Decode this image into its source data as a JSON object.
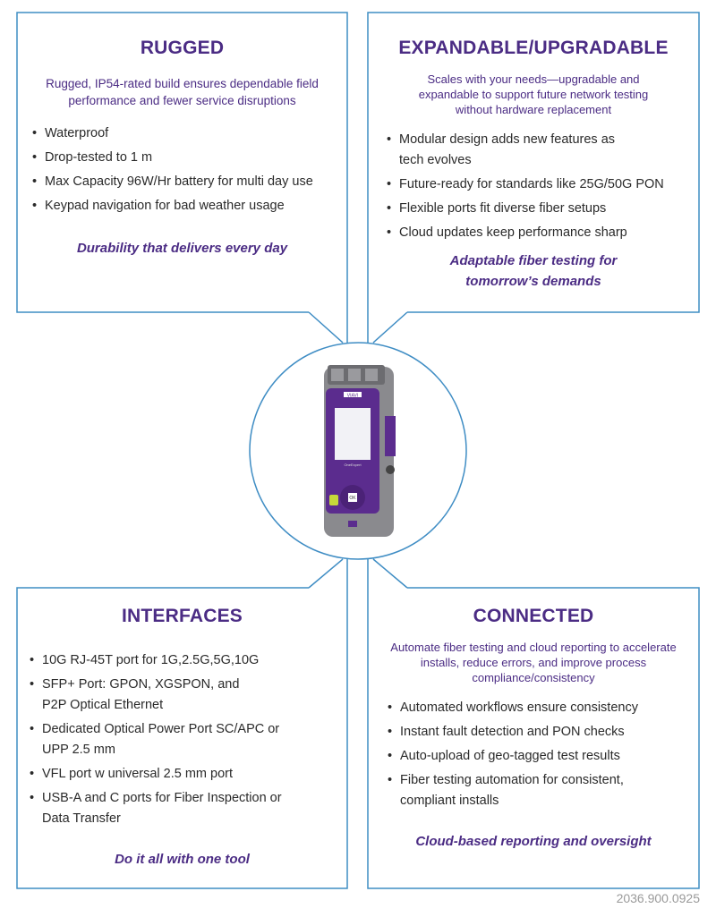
{
  "colors": {
    "border": "#3f8dc4",
    "title": "#4b2c84"
  },
  "panels": [
    {
      "title": "RUGGED",
      "subtitle": "Rugged, IP54-rated build ensures dependable field performance and fewer service disruptions",
      "bullets": [
        "Waterproof",
        "Drop-tested to 1 m",
        "Max Capacity 96W/Hr battery for multi day use",
        "Keypad navigation for bad weather usage"
      ],
      "tagline": "Durability that delivers every day"
    },
    {
      "title": "EXPANDABLE/UPGRADABLE",
      "subtitle": "Scales with your needs—upgradable and expandable to support future network testing without hardware replacement",
      "bullets": [
        "Modular design adds new features as tech evolves",
        "Future-ready for standards like 25G/50G PON",
        "Flexible ports fit diverse fiber setups",
        "Cloud updates keep performance sharp"
      ],
      "tagline": "Adaptable fiber testing for tomorrow’s demands"
    },
    {
      "title": "INTERFACES",
      "subtitle": "",
      "bullets": [
        "10G RJ-45T port for 1G,2.5G,5G,10G",
        "SFP+ Port: GPON, XGSPON, and P2P Optical Ethernet",
        "Dedicated Optical Power Port SC/APC or UPP 2.5 mm",
        "VFL port w universal 2.5 mm port",
        "USB-A and C ports for Fiber Inspection or Data Transfer"
      ],
      "tagline": "Do it all with one tool"
    },
    {
      "title": "CONNECTED",
      "subtitle": "Automate fiber testing and cloud reporting to accelerate installs, reduce errors, and improve process compliance/consistency",
      "bullets": [
        "Automated workflows ensure consistency",
        "Instant fault detection and PON checks",
        "Auto-upload of geo-tagged test results",
        "Fiber testing automation for consistent, compliant installs"
      ],
      "tagline": "Cloud-based reporting and oversight"
    }
  ],
  "device": {
    "brand": "VIAVI",
    "model": "OneExpert",
    "ok_label": "OK"
  },
  "footer": "2036.900.0925"
}
